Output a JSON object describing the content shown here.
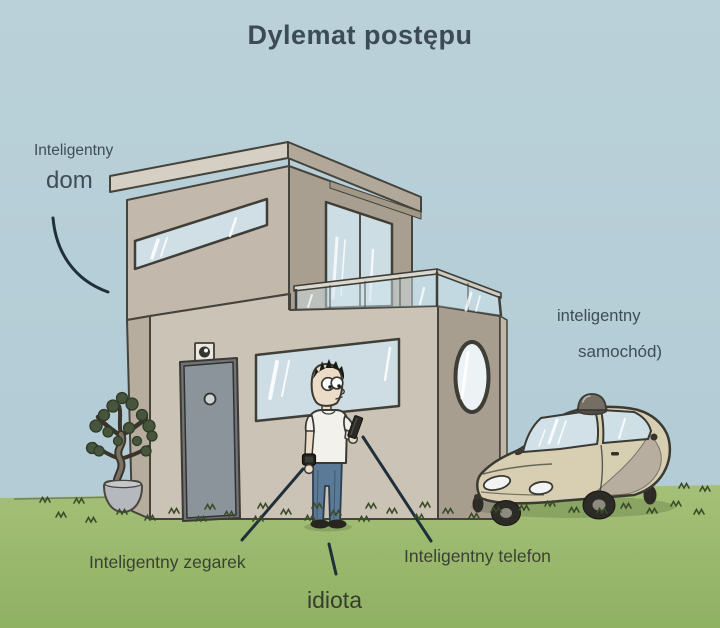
{
  "title": "Dylemat postępu",
  "annotations": {
    "house_line1": "Inteligentny",
    "house_line2": "dom",
    "car_line1": "inteligentny",
    "car_line2": "samochód)",
    "watch": "Inteligentny zegarek",
    "phone": "Inteligentny telefon",
    "man": "idiota"
  },
  "colors": {
    "sky": "#b6ced7",
    "grass": "#9bba6c",
    "house_wall_light": "#cbc3b5",
    "house_wall_dark": "#a99f91",
    "door": "#8c949b",
    "window_glass": "#cddde3",
    "car_body": "#d8cfb2",
    "title_text": "#3c4b55",
    "sky_label_text": "#3e4d56",
    "grass_label_text": "#3a4134",
    "outline": "#45443c"
  }
}
